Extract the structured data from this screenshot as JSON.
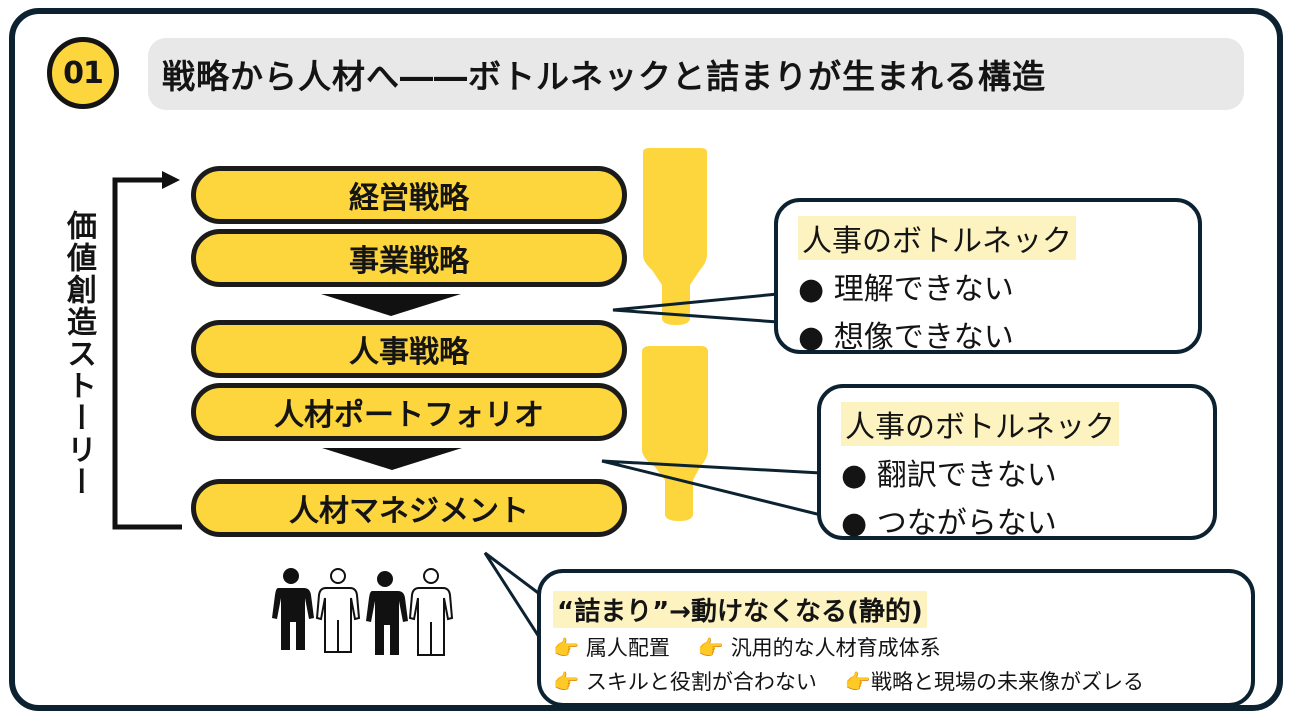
{
  "header": {
    "number": "01",
    "title": "戦略から人材へ――ボトルネックと詰まりが生まれる構造"
  },
  "side_label": "価値創造ストーリー",
  "steps": [
    {
      "label": "経営戦略"
    },
    {
      "label": "事業戦略"
    },
    {
      "label": "人事戦略"
    },
    {
      "label": "人材ポートフォリオ"
    },
    {
      "label": "人材マネジメント"
    }
  ],
  "callouts": [
    {
      "title": "人事のボトルネック",
      "items": [
        "理解できない",
        "想像できない"
      ]
    },
    {
      "title": "人事のボトルネック",
      "items": [
        "翻訳できない",
        "つながらない"
      ]
    }
  ],
  "bottom_callout": {
    "title": "“詰まり”→動けなくなる(静的)",
    "rows": [
      [
        "属人配置",
        "汎用的な人材育成体系"
      ],
      [
        "スキルと役割が合わない",
        "戦略と現場の未来像がズレる"
      ]
    ]
  },
  "icons": {
    "bullet": "●",
    "pointer": "👉"
  },
  "colors": {
    "accent_yellow": "#fdd53d",
    "highlight": "#fdf3c0",
    "frame_navy": "#0c2230",
    "title_bg": "#e8e8e8"
  }
}
